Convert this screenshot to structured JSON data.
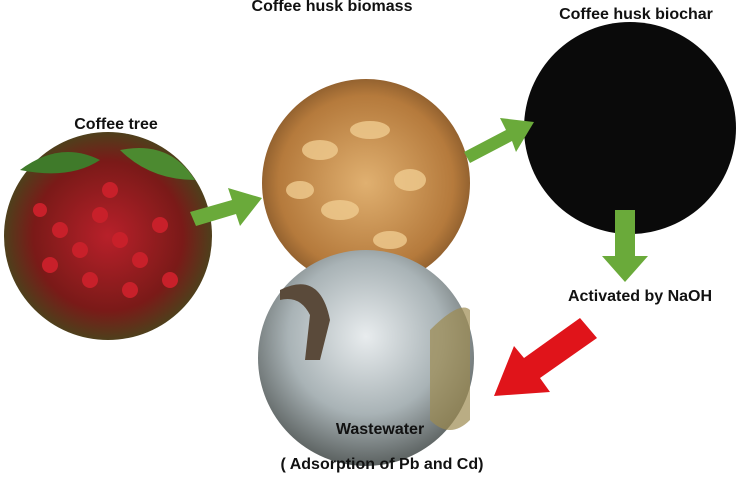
{
  "labels": {
    "coffee_tree": "Coffee tree",
    "husk_biomass": "Coffee husk biomass",
    "husk_biochar": "Coffee husk biochar",
    "activation": "Activated by NaOH",
    "wastewater": "Wastewater",
    "adsorption": "( Adsorption of Pb and Cd)"
  },
  "colors": {
    "green_arrow": "#6aaa3a",
    "red_arrow": "#e0141a",
    "biochar": "#0a0a0a"
  }
}
